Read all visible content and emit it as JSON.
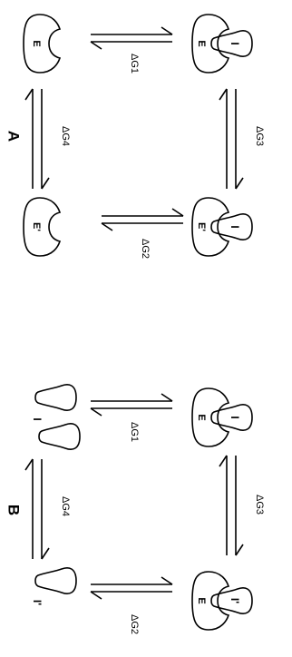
{
  "panel_a": {
    "label": "A",
    "species": {
      "top_left": "E",
      "top_right": "I",
      "bottom_left": "E'",
      "bottom_right_enzyme": "E'",
      "bottom_right_inhibitor": "I"
    },
    "enzyme_in_complex_top": "E",
    "energies": {
      "g1": "ΔG1",
      "g2": "ΔG2",
      "g3": "ΔG3",
      "g4": "ΔG4"
    }
  },
  "panel_b": {
    "label": "B",
    "species": {
      "top_left": "I",
      "top_right_enzyme": "E",
      "top_right_inhibitor": "I",
      "bottom_left": "I'",
      "bottom_right_enzyme": "E",
      "bottom_right_inhibitor": "I'"
    },
    "energies": {
      "g1": "ΔG1",
      "g2": "ΔG2",
      "g3": "ΔG3",
      "g4": "ΔG4"
    }
  }
}
